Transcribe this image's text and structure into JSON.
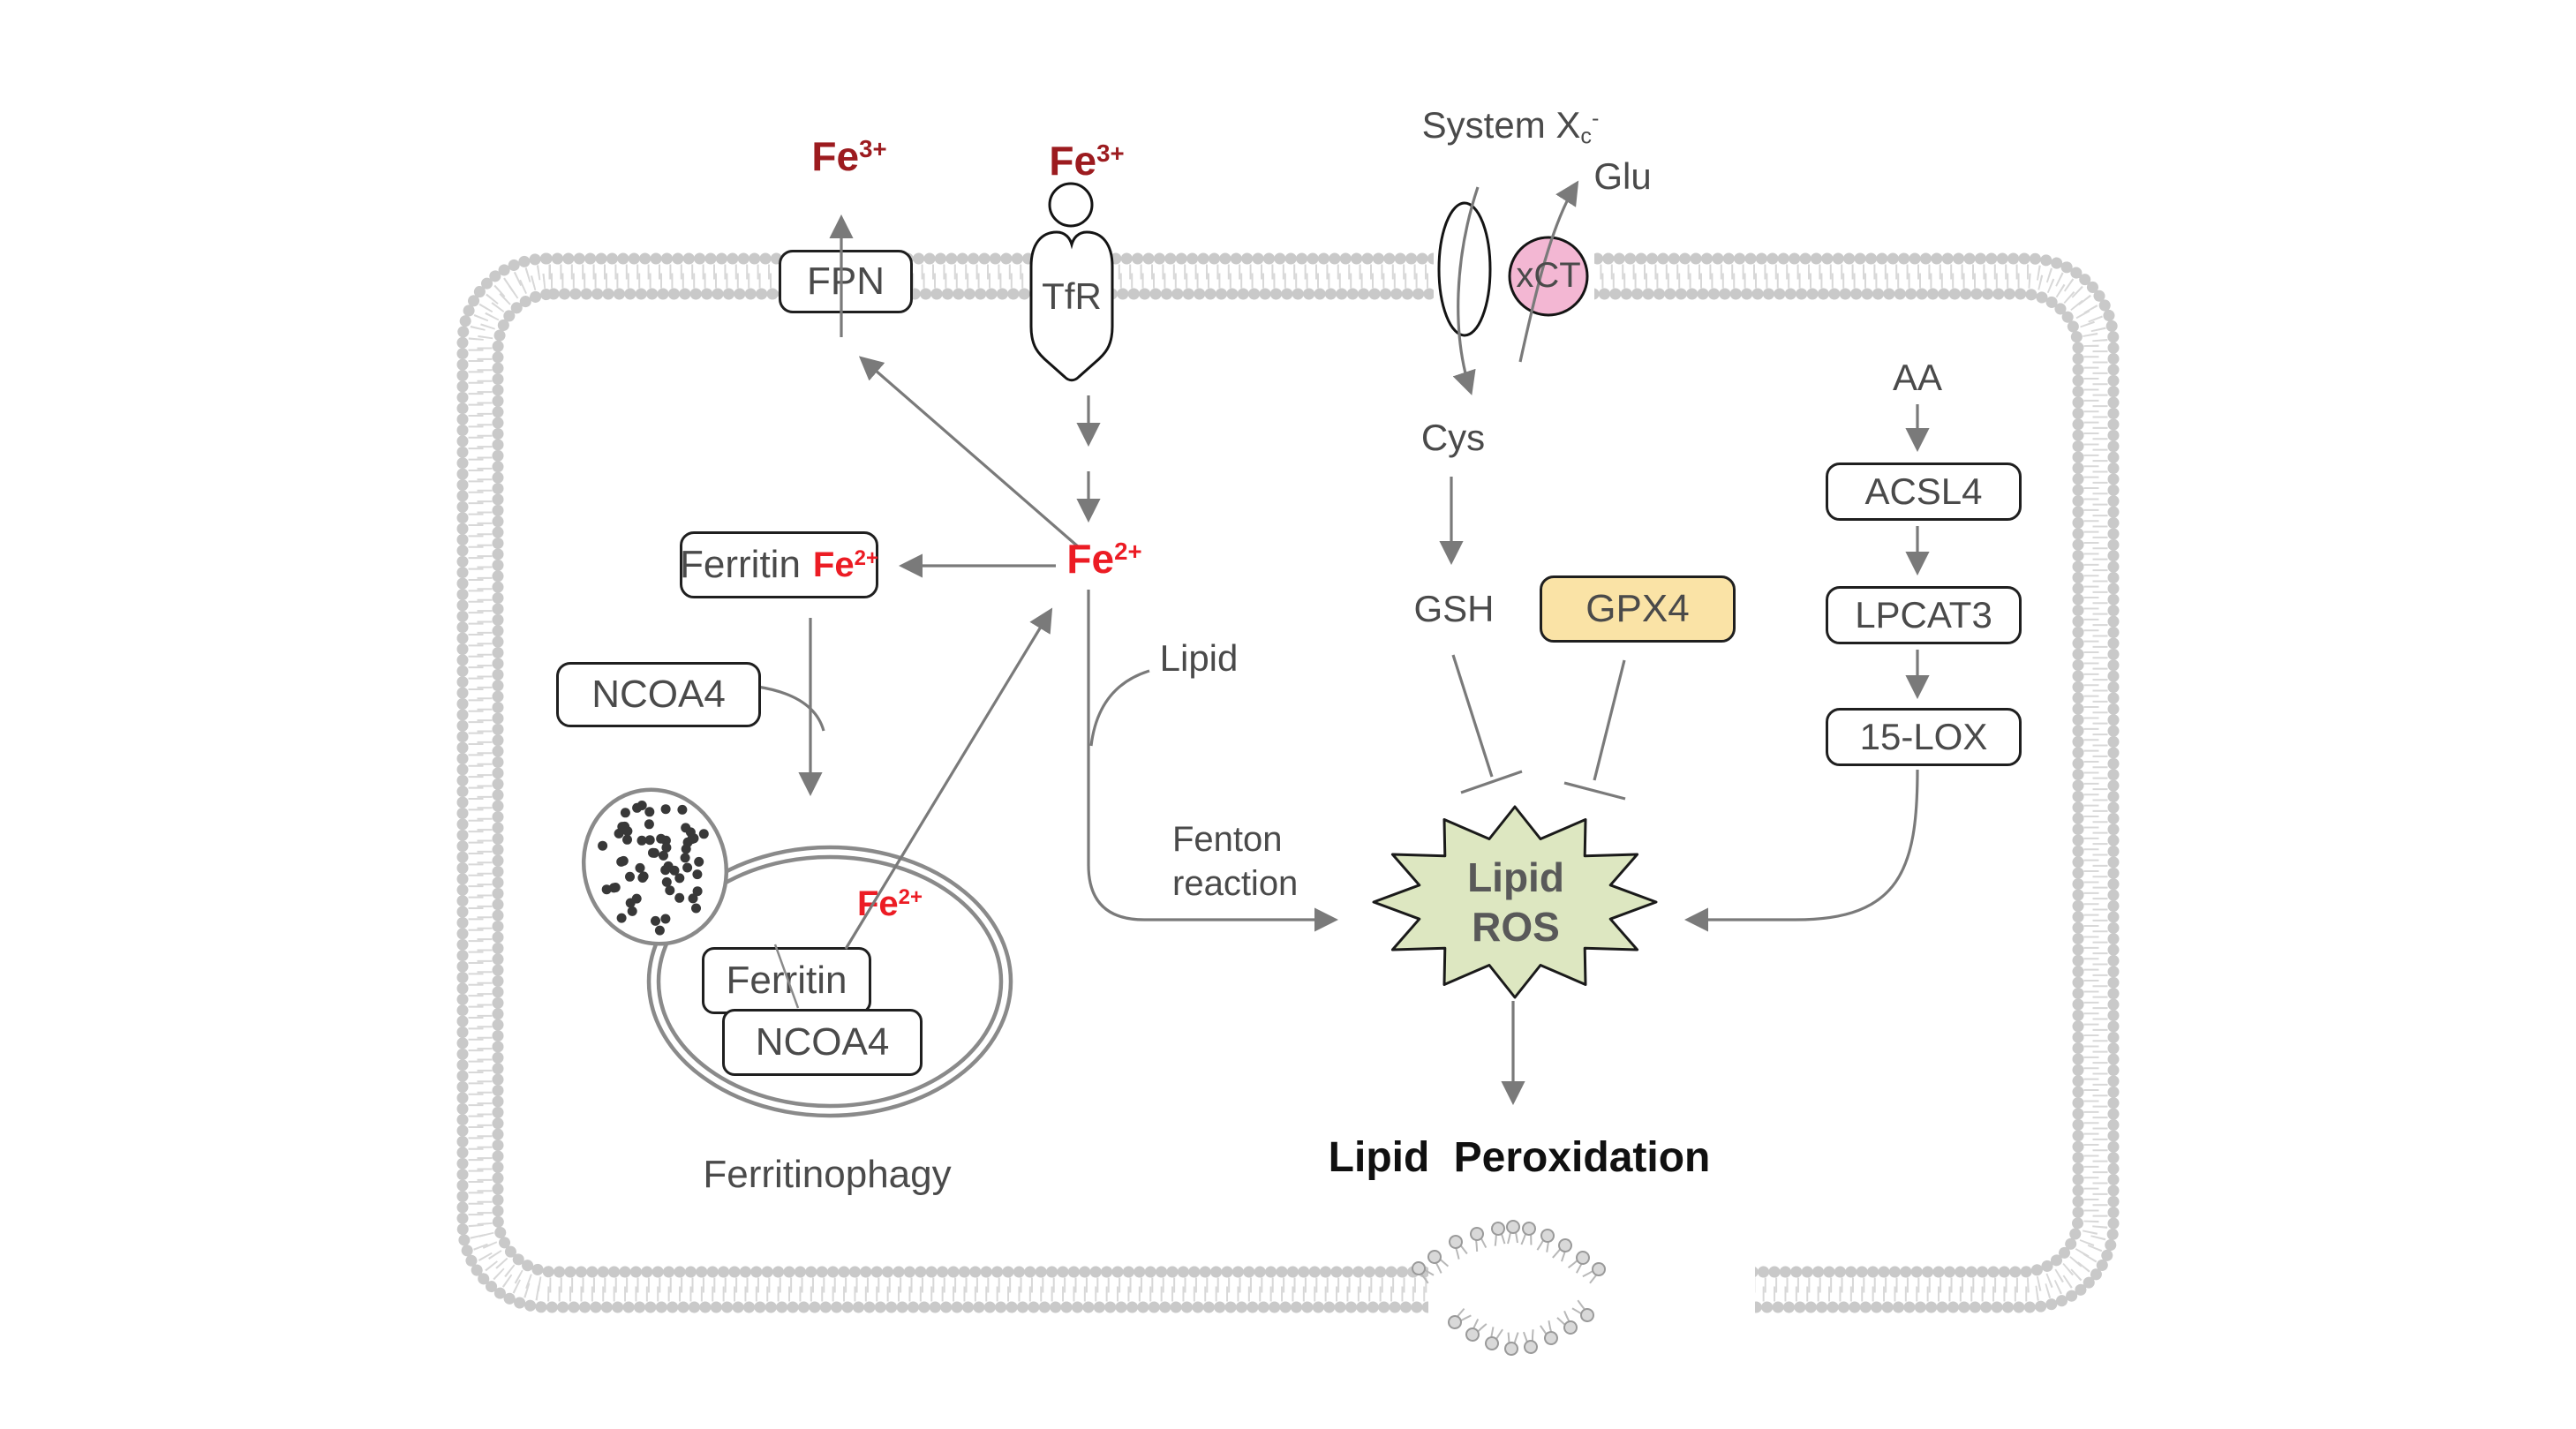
{
  "diagram": {
    "ions": {
      "fe3_left": {
        "base": "Fe",
        "sup": "3+"
      },
      "fe3_right": {
        "base": "Fe",
        "sup": "3+"
      },
      "fe2_center": {
        "base": "Fe",
        "sup": "2+"
      },
      "fe2_ferritin": {
        "base": "Fe",
        "sup": "2+"
      },
      "fe2_vesicle": {
        "base": "Fe",
        "sup": "2+"
      }
    },
    "transporters": {
      "fpn": "FPN",
      "tfr": "TfR",
      "xct": "xCT"
    },
    "system_xc": {
      "pre": "System X",
      "sub": "c",
      "sup": "-"
    },
    "metabolites": {
      "glu": "Glu",
      "cys": "Cys",
      "gsh": "GSH",
      "aa": "AA",
      "lipid": "Lipid"
    },
    "enzymes": {
      "gpx4": "GPX4",
      "acsl4": "ACSL4",
      "lpcat3": "LPCAT3",
      "lox15": "15-LOX"
    },
    "ferritin_complex": {
      "ferritin": "Ferritin",
      "ncoa4": "NCOA4",
      "ferritin_inner": "Ferritin",
      "ncoa4_inner": "NCOA4"
    },
    "labels": {
      "fenton_line1": "Fenton",
      "fenton_line2": "reaction",
      "ros_line1": "Lipid",
      "ros_line2": "ROS",
      "lipid_peroxidation": "Lipid Peroxidation",
      "ferritinophagy": "Ferritinophagy"
    },
    "colors": {
      "dark_red": "#9C1B1F",
      "red": "#EC1C24",
      "gpx4_fill": "#FAE3A6",
      "ros_fill": "#DDE7C1",
      "xct_fill": "#F3B7D3",
      "line": "#7a7a7a"
    }
  }
}
